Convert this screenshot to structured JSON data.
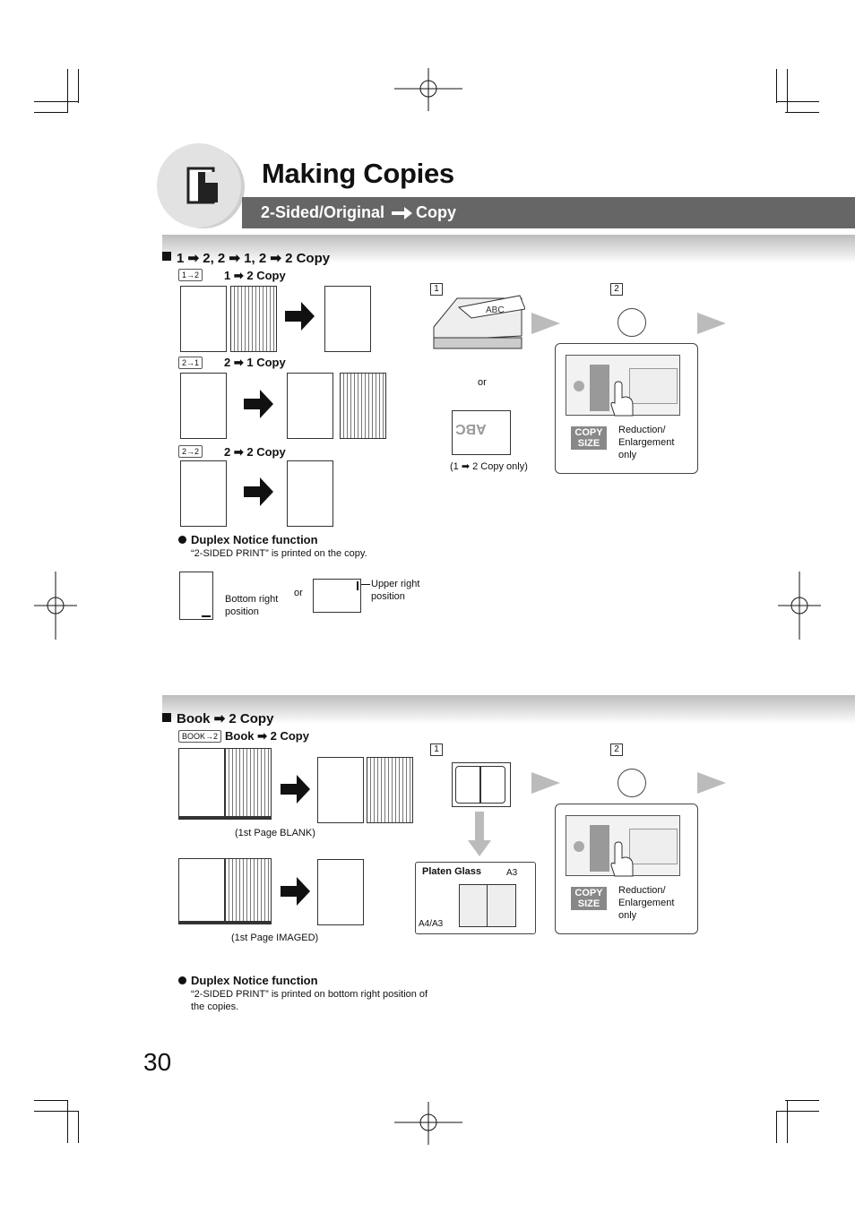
{
  "header": {
    "title": "Making Copies",
    "subtitle_left": "2-Sided/Original",
    "subtitle_right": "Copy"
  },
  "section1": {
    "title": "1 ➡ 2, 2 ➡ 1, 2 ➡ 2 Copy",
    "items": [
      {
        "badge": "1→2",
        "label": "1 ➡ 2 Copy"
      },
      {
        "badge": "2→1",
        "label": "2 ➡ 1 Copy"
      },
      {
        "badge": "2→2",
        "label": "2 ➡ 2 Copy"
      }
    ],
    "step1": "1",
    "step2": "2",
    "or_label": "or",
    "abc_text": "ABC",
    "note_1to2": "(1 ➡ 2 Copy only)",
    "copy_size": "COPY SIZE",
    "reduction_text": "Reduction/ Enlargement only",
    "duplex_title": "Duplex Notice function",
    "duplex_text": "“2-SIDED PRINT” is printed on the copy.",
    "bottom_right": "Bottom right position",
    "or2": "or",
    "upper_right": "Upper right position"
  },
  "section2": {
    "title": "Book ➡ 2 Copy",
    "badge": "BOOK→2",
    "label": "Book ➡ 2 Copy",
    "caption_blank": "(1st Page BLANK)",
    "caption_imaged": "(1st Page IMAGED)",
    "step1": "1",
    "step2": "2",
    "platen_glass": "Platen Glass",
    "a3": "A3",
    "a4a3": "A4/A3",
    "copy_size": "COPY SIZE",
    "reduction_text": "Reduction/ Enlargement only",
    "duplex_title": "Duplex Notice function",
    "duplex_text": "“2-SIDED PRINT” is printed on bottom right position of the copies."
  },
  "footer": {
    "page_number": "30"
  }
}
